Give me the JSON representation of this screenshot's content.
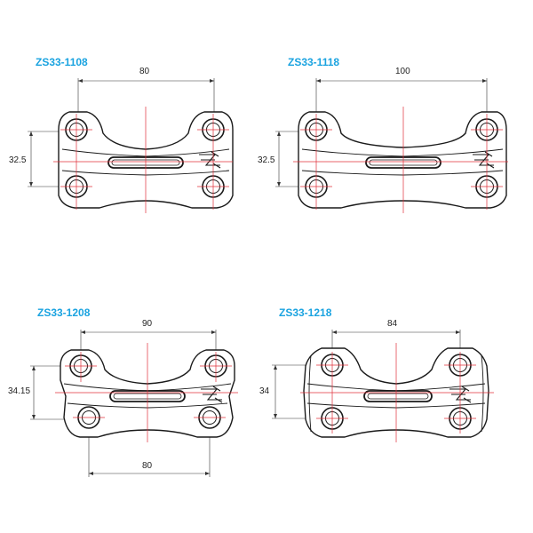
{
  "parts": [
    {
      "code": "ZS33-1108",
      "top_width": "80",
      "height": "32.5"
    },
    {
      "code": "ZS33-1118",
      "top_width": "100",
      "height": "32.5"
    },
    {
      "code": "ZS33-1208",
      "top_width": "90",
      "height": "34.15",
      "bottom_width": "80"
    },
    {
      "code": "ZS33-1218",
      "top_width": "84",
      "height": "34"
    }
  ],
  "colors": {
    "code_text": "#1aa3e0",
    "centerline": "#e0303a",
    "outline": "#1a1a1a"
  }
}
